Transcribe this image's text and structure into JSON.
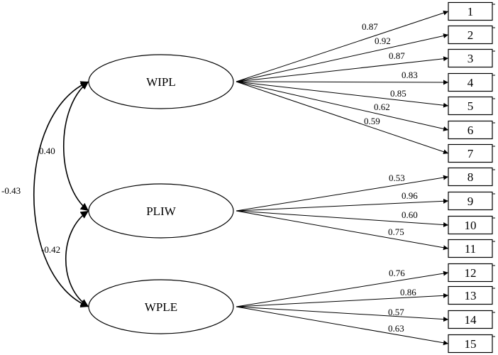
{
  "factors": [
    {
      "id": "WIPL",
      "label": "WIPL"
    },
    {
      "id": "PLIW",
      "label": "PLIW"
    },
    {
      "id": "WPLE",
      "label": "WPLE"
    }
  ],
  "indicators": [
    "1",
    "2",
    "3",
    "4",
    "5",
    "6",
    "7",
    "8",
    "9",
    "10",
    "11",
    "12",
    "13",
    "14",
    "15"
  ],
  "loadings": [
    {
      "factor": "WIPL",
      "indicator": "1",
      "value": "0.87"
    },
    {
      "factor": "WIPL",
      "indicator": "2",
      "value": "0.92"
    },
    {
      "factor": "WIPL",
      "indicator": "3",
      "value": "0.87"
    },
    {
      "factor": "WIPL",
      "indicator": "4",
      "value": "0.83"
    },
    {
      "factor": "WIPL",
      "indicator": "5",
      "value": "0.85"
    },
    {
      "factor": "WIPL",
      "indicator": "6",
      "value": "0.62"
    },
    {
      "factor": "WIPL",
      "indicator": "7",
      "value": "0.59"
    },
    {
      "factor": "PLIW",
      "indicator": "8",
      "value": "0.53"
    },
    {
      "factor": "PLIW",
      "indicator": "9",
      "value": "0.96"
    },
    {
      "factor": "PLIW",
      "indicator": "10",
      "value": "0.60"
    },
    {
      "factor": "PLIW",
      "indicator": "11",
      "value": "0.75"
    },
    {
      "factor": "WPLE",
      "indicator": "12",
      "value": "0.76"
    },
    {
      "factor": "WPLE",
      "indicator": "13",
      "value": "0.86"
    },
    {
      "factor": "WPLE",
      "indicator": "14",
      "value": "0.57"
    },
    {
      "factor": "WPLE",
      "indicator": "15",
      "value": "0.63"
    }
  ],
  "correlations": [
    {
      "from": "WIPL",
      "to": "PLIW",
      "value": "0.40"
    },
    {
      "from": "PLIW",
      "to": "WPLE",
      "value": "-0.42"
    },
    {
      "from": "WIPL",
      "to": "WPLE",
      "value": "-0.43"
    }
  ]
}
